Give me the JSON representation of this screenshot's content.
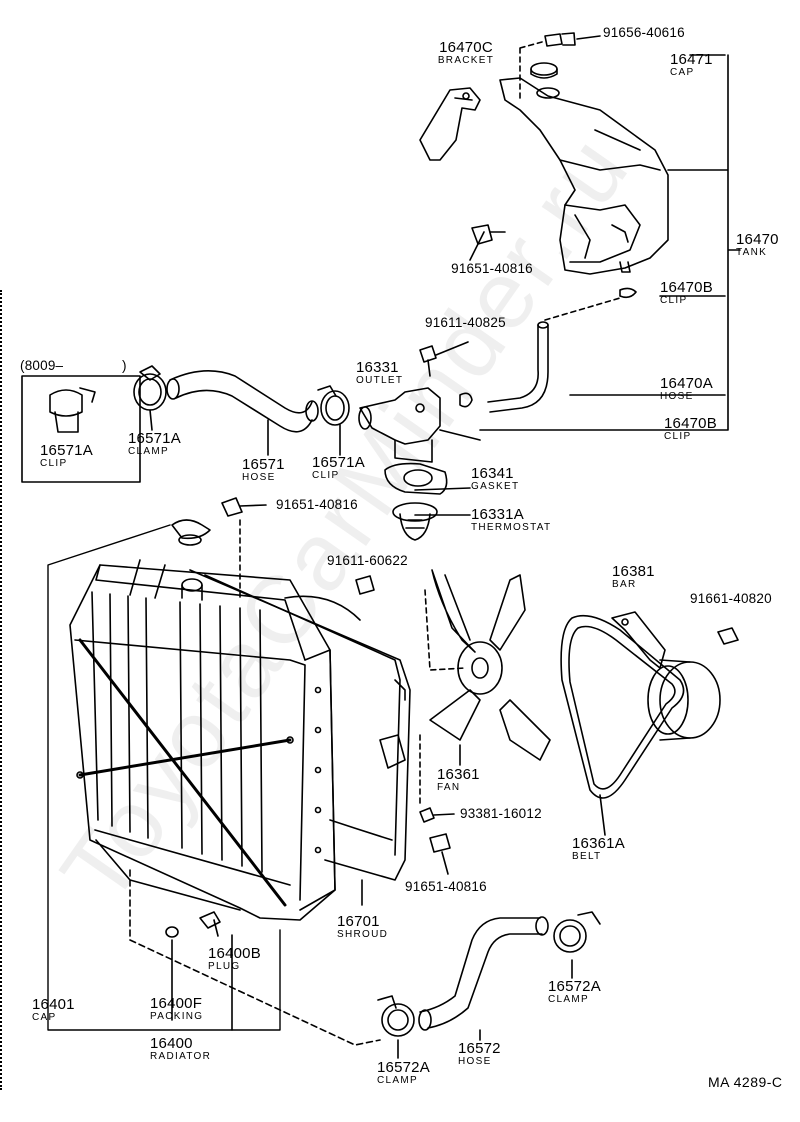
{
  "labels": {
    "p16470C": {
      "num": "16470C",
      "name": "BRACKET"
    },
    "p91656": {
      "num": "91656-40616"
    },
    "p16471": {
      "num": "16471",
      "name": "CAP"
    },
    "p16470": {
      "num": "16470",
      "name": "TANK"
    },
    "p91651a": {
      "num": "91651-40816"
    },
    "p16470B1": {
      "num": "16470B",
      "name": "CLIP"
    },
    "p91611a": {
      "num": "91611-40825"
    },
    "p16331": {
      "num": "16331",
      "name": "OUTLET"
    },
    "p16470A": {
      "num": "16470A",
      "name": "HOSE"
    },
    "p16470B2": {
      "num": "16470B",
      "name": "CLIP"
    },
    "p8009": {
      "num": "(8009–"
    },
    "p16571Ab": {
      "num": "16571A",
      "name": "CLIP"
    },
    "p16571Aa": {
      "num": "16571A",
      "name": "CLAMP"
    },
    "p16571": {
      "num": "16571",
      "name": "HOSE"
    },
    "p16571Ac": {
      "num": "16571A",
      "name": "CLIP"
    },
    "p16341": {
      "num": "16341",
      "name": "GASKET"
    },
    "p91651b": {
      "num": "91651-40816"
    },
    "p16331A": {
      "num": "16331A",
      "name": "THERMOSTAT"
    },
    "p91611b": {
      "num": "91611-60622"
    },
    "p16381": {
      "num": "16381",
      "name": "BAR"
    },
    "p91661": {
      "num": "91661-40820"
    },
    "p16361": {
      "num": "16361",
      "name": "FAN"
    },
    "p93381": {
      "num": "93381-16012"
    },
    "p16361A": {
      "num": "16361A",
      "name": "BELT"
    },
    "p91651c": {
      "num": "91651-40816"
    },
    "p16701": {
      "num": "16701",
      "name": "SHROUD"
    },
    "p16400B": {
      "num": "16400B",
      "name": "PLUG"
    },
    "p16401": {
      "num": "16401",
      "name": "CAP"
    },
    "p16400F": {
      "num": "16400F",
      "name": "PACKING"
    },
    "p16400": {
      "num": "16400",
      "name": "RADIATOR"
    },
    "p16572Ab": {
      "num": "16572A",
      "name": "CLAMP"
    },
    "p16572": {
      "num": "16572",
      "name": "HOSE"
    },
    "p16572Aa": {
      "num": "16572A",
      "name": "CLAMP"
    }
  },
  "code": "MA  4289-C",
  "watermark": "ToyotaCarMinder.ru"
}
